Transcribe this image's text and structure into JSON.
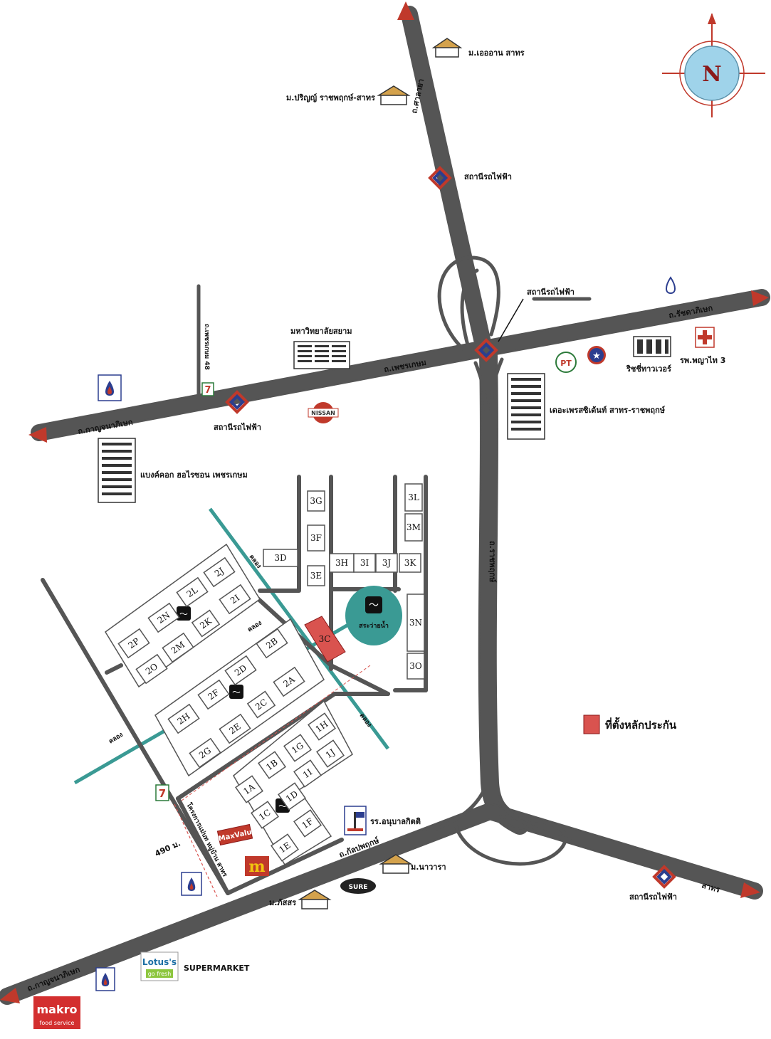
{
  "compass": {
    "letter": "N"
  },
  "roads": {
    "north_road": "ถ.ศาลายา",
    "petchkasem": "ถ.เพชรเกษม",
    "kanchana_west": "ถ.กาญจนาภิเษก",
    "kanchana_sw": "ถ.กาญจนาภิเษก",
    "ratchaphruek_east": "ถ.รัชดาภิเษก",
    "sathorn_se": "สาทร",
    "kalpapruek": "ถ.กัลปพฤกษ์",
    "ratchaphruek_ns": "ถ.ราชพฤกษ์",
    "petchkasem_soi": "ถ.เพชรเกษม 48",
    "project_road": "โครงการแม่บท หมู่บ้าน สาทร"
  },
  "labels": {
    "mooban_top": "ม.เอออาน สาทร",
    "mooban_pariya": "ม.ปริญญ์ ราชพฤกษ์-สาทร",
    "station_1": "สถานีรถไฟฟ้า",
    "station_2": "สถานีรถไฟฟ้า",
    "station_3": "สถานีรถไฟฟ้า",
    "station_4": "สถานีรถไฟฟ้า",
    "siam_university": "มหาวิทยาลัยสยาม",
    "bangkok_hotel": "แบงค์คอก ฮอไรซอน เพชรเกษม",
    "richie_tower": "ริชชี่ทาวเวอร์",
    "hospital": "รพ.พญาไท 3",
    "sathorn_condo": "เดอะเพรสซิเด้นท์ สาทร-ราชพฤกษ์",
    "nissan": "NISSAN",
    "pt": "PT",
    "school": "รร.อนุบาลกิตติ",
    "mooban_narawa": "ม.นาวารา",
    "mooban_patsorn": "ม.ภัสสร",
    "sure": "SURE",
    "lotus_top": "Lotus's",
    "lotus_bottom": "go fresh",
    "supermarket": "SUPERMARKET",
    "makro": "makro",
    "makro_sub": "food service",
    "maxvalu": "MaxValu",
    "distance": "490 ม.",
    "pool": "สระว่ายน้ำ",
    "canal_1": "คลอง",
    "canal_2": "คลอง",
    "canal_3": "คลอง",
    "canal_4": "คลอง",
    "seven_a": "7",
    "seven_b": "7"
  },
  "blocks": [
    "3G",
    "3F",
    "3E",
    "3D",
    "3H",
    "3I",
    "3J",
    "3K",
    "3L",
    "3M",
    "3N",
    "3O",
    "3C",
    "2J",
    "2L",
    "2I",
    "2N",
    "2K",
    "2P",
    "2M",
    "2O",
    "2B",
    "2D",
    "2A",
    "2F",
    "2C",
    "2H",
    "2E",
    "2G",
    "1H",
    "1G",
    "1J",
    "1B",
    "1I",
    "1A",
    "1D",
    "1C",
    "1F",
    "1E"
  ],
  "legend": {
    "label": "ที่ตั้งหลักประกัน",
    "color": "#d9534f"
  },
  "colors": {
    "road": "#555555",
    "canal": "#3a9a94",
    "arrow": "#c0392b",
    "station": "#2c3e8f",
    "collateral": "#d9534f",
    "compass_ring": "#9fd3ea"
  }
}
